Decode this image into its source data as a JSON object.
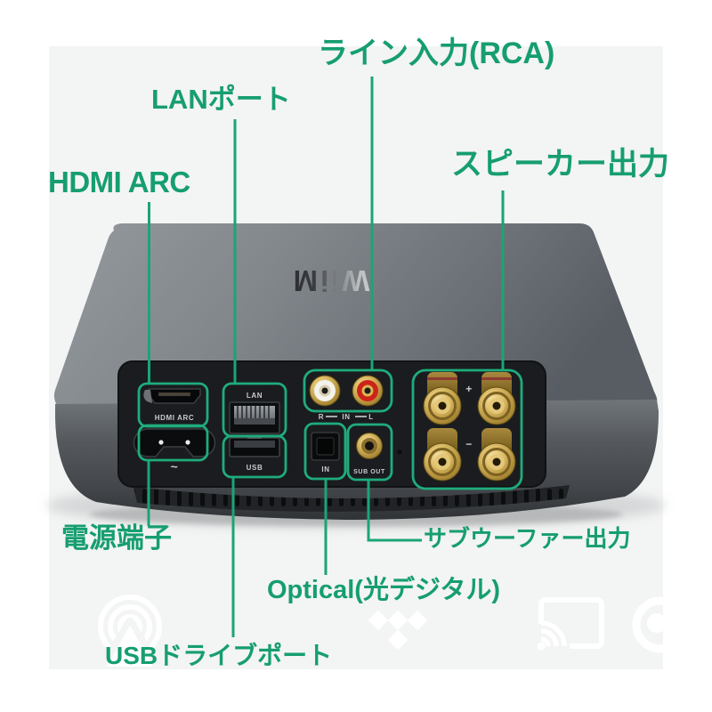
{
  "colors": {
    "accent_green": "#169E6F",
    "panel_bg": "#F3F4F4",
    "device_dark": "#1A1C1F",
    "binding_post_gold": "#D8BA66",
    "rca_red": "#CE2318",
    "rca_white": "#F4F2EC"
  },
  "annotations": {
    "hdmi": {
      "label": "HDMI ARC"
    },
    "lan": {
      "label": "LANポート"
    },
    "line_in": {
      "label": "ライン入力(RCA)"
    },
    "speaker_out": {
      "label": "スピーカー出力"
    },
    "power": {
      "label": "電源端子"
    },
    "subwoofer": {
      "label": "サブウーファー出力"
    },
    "optical": {
      "label": "Optical(光デジタル)"
    },
    "usb_drive": {
      "label": "USBドライブポート"
    }
  },
  "device": {
    "brand": "WiiM",
    "ports": {
      "hdmi": "HDMI ARC",
      "power_symbol": "~",
      "lan": "LAN",
      "usb": "USB",
      "rca_r": "R",
      "rca_in": "IN",
      "rca_l": "L",
      "optical_in": "IN",
      "sub_out": "SUB OUT",
      "plus": "+",
      "minus": "−"
    }
  },
  "watermark_icons": [
    {
      "name": "airplay-icon"
    },
    {
      "name": "tidal-icon"
    },
    {
      "name": "cast-icon"
    },
    {
      "name": "voice-assistant-icon"
    }
  ]
}
